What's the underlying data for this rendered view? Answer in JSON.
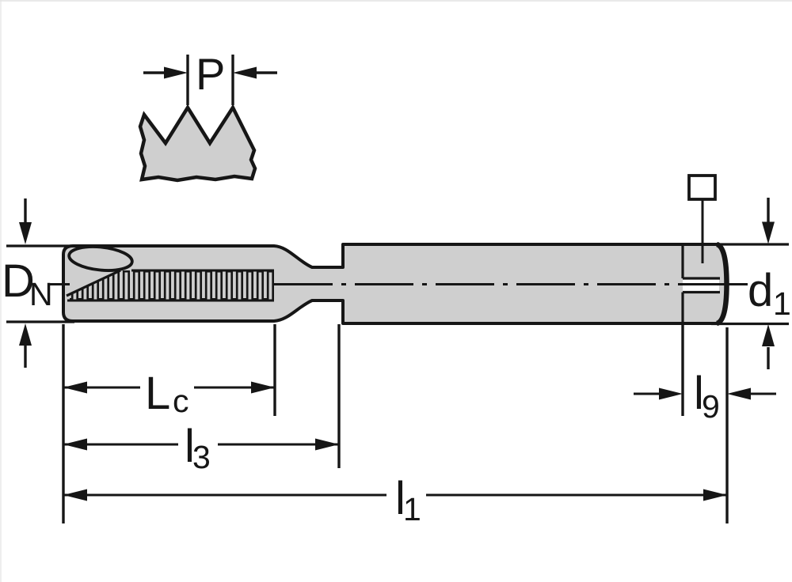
{
  "diagram": {
    "colors": {
      "part_fill": "#cfcfcf",
      "line": "#161616",
      "background": "#ffffff",
      "slot_fill": "#ffffff"
    },
    "labels": {
      "dim_P": {
        "main": "P",
        "sub": ""
      },
      "dim_DN": {
        "main": "D",
        "sub": "N"
      },
      "dim_d1": {
        "main": "d",
        "sub": "1"
      },
      "dim_Lc": {
        "main": "L",
        "sub": "c"
      },
      "dim_l3": {
        "main": "l",
        "sub": "3"
      },
      "dim_l1": {
        "main": "l",
        "sub": "1"
      },
      "dim_l9": {
        "main": "l",
        "sub": "9"
      }
    }
  }
}
